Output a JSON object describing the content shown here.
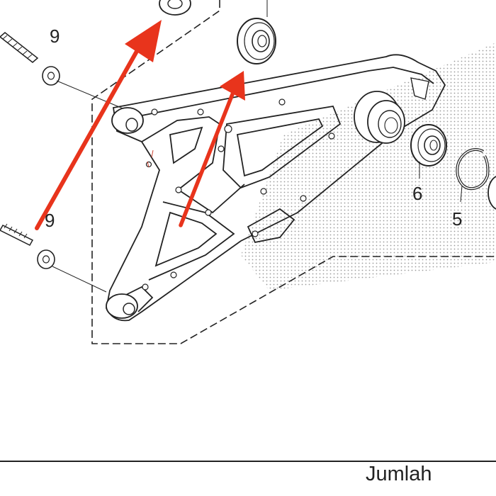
{
  "callouts": {
    "bolt_upper_qty": "9",
    "bolt_lower_qty": "9",
    "bearing_label": "6",
    "circlip_label": "5"
  },
  "arrow_color": "#e8341c",
  "line_color": "#222222",
  "footer": {
    "title": "Jumlah",
    "left_cut_text": "",
    "right_cut_text": ""
  }
}
